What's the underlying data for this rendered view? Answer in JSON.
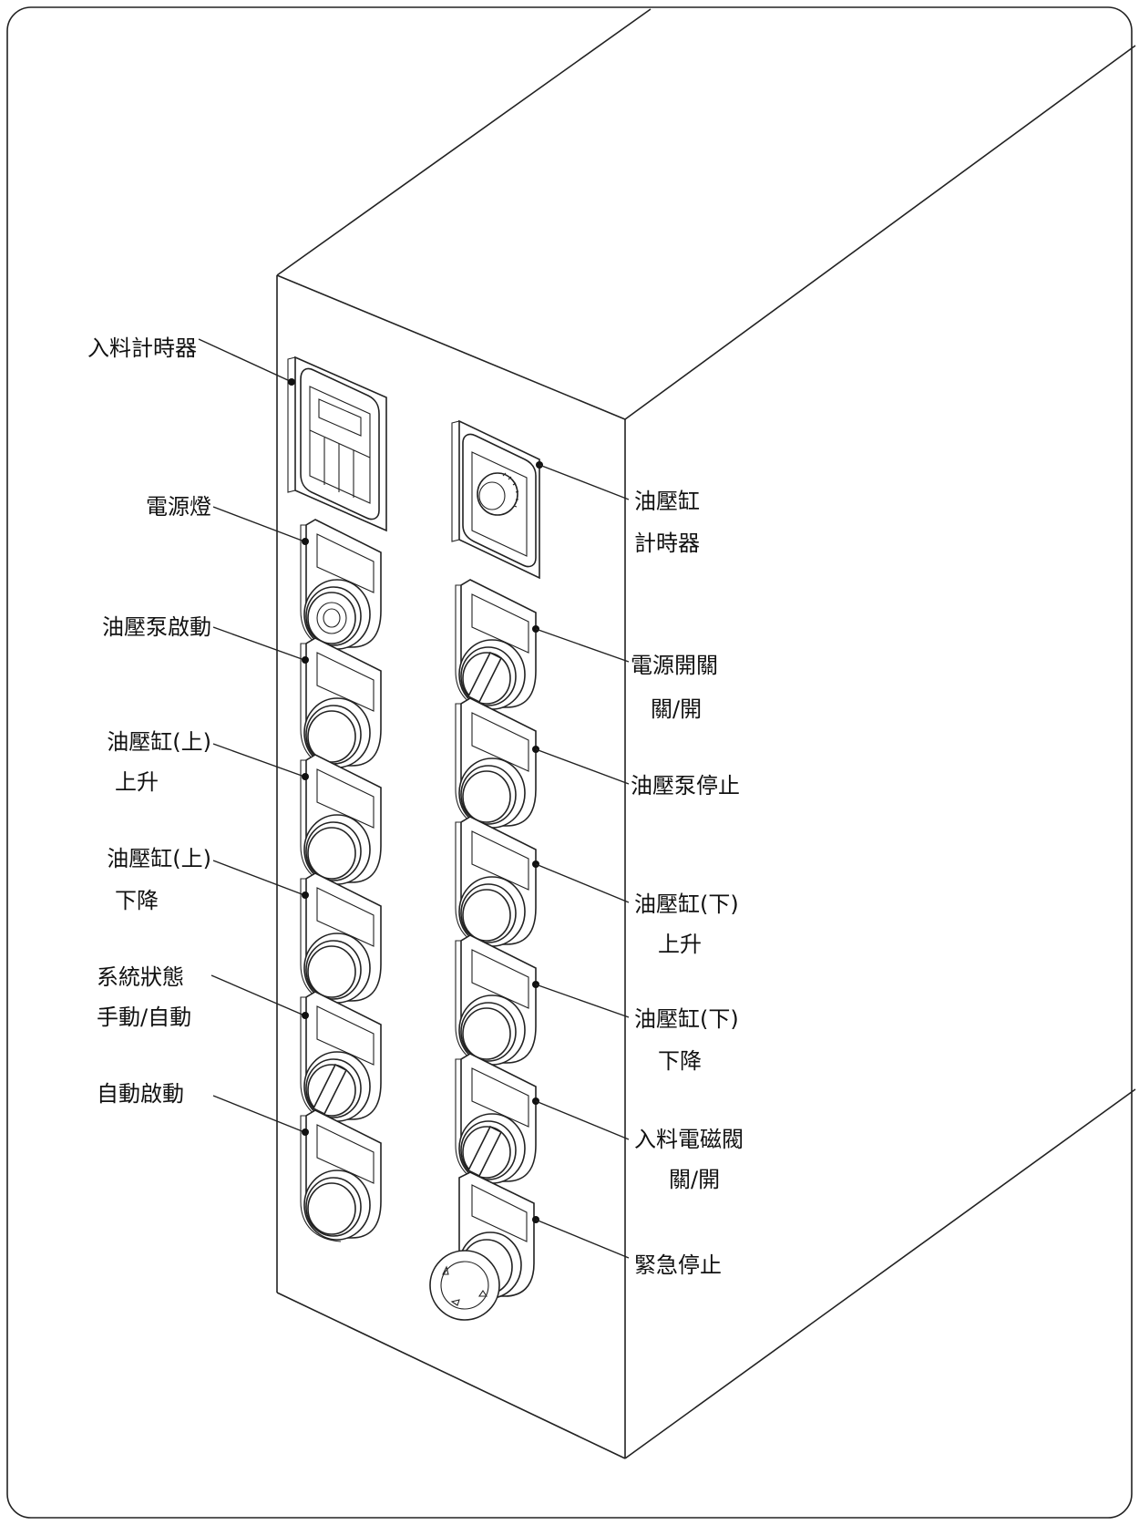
{
  "colors": {
    "line": "#222222",
    "text": "#111111",
    "background": "#ffffff"
  },
  "labels_left": {
    "feed_timer": "入料計時器",
    "power_lamp": "電源燈",
    "pump_start": "油壓泵啟動",
    "cyl_up_raise_1": "油壓缸(上)",
    "cyl_up_raise_2": "上升",
    "cyl_up_lower_1": "油壓缸(上)",
    "cyl_up_lower_2": "下降",
    "system_state_1": "系統狀態",
    "system_state_2": "手動/自動",
    "auto_start": "自動啟動"
  },
  "labels_right": {
    "cyl_timer_1": "油壓缸",
    "cyl_timer_2": "計時器",
    "power_switch_1": "電源開關",
    "power_switch_2": "關/開",
    "pump_stop": "油壓泵停止",
    "cyl_down_raise_1": "油壓缸(下)",
    "cyl_down_raise_2": "上升",
    "cyl_down_lower_1": "油壓缸(下)",
    "cyl_down_lower_2": "下降",
    "feed_valve_1": "入料電磁閥",
    "feed_valve_2": "關/開",
    "emergency_stop": "緊急停止"
  },
  "icons": {
    "push_button": "push-button-icon",
    "selector_switch": "selector-switch-icon",
    "pilot_lamp": "pilot-lamp-icon",
    "digital_timer": "digital-timer-icon",
    "dial_timer": "dial-timer-icon",
    "emergency_stop": "emergency-stop-icon"
  }
}
